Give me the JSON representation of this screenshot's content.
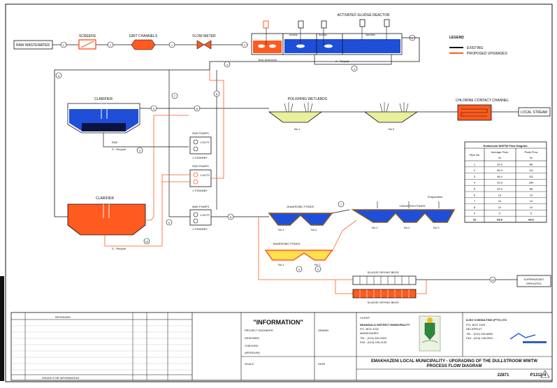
{
  "colors": {
    "existing": "#1a1a1a",
    "proposed": "#ff5a1f",
    "blue_tank": "#1f4fd8",
    "orange_tank": "#ff5a1f",
    "wetland_fill": "#e9ef9a",
    "border": "#111111"
  },
  "labels": {
    "raw_wastewater": "RAW WASTEWATER",
    "screens": "SCREENS",
    "grit_channels": "GRIT CHANNELS",
    "flow_meter": "FLOW METER",
    "new_anaerobic": "New Anaerobic",
    "anoxic": "Anoxic",
    "aerobic": "Aerobic",
    "activated_sludge_reactor": "ACTIVATED SLUDGE REACTOR",
    "a_recycle": "A - Recycle",
    "clarifier_top": "CLARIFIER",
    "clarifier_bottom": "CLARIFIER",
    "ras": "RAS",
    "s_recycle": "S - Recycle",
    "s_recycle_2": "S - Recycle",
    "polishing_wetlands": "POLISHING WETLANDS",
    "wetland_1": "No.1",
    "wetland_2": "No.2",
    "chlorine_contact_channel": "CHLORINE CONTACT CHANNEL",
    "local_stream": "LOCAL STREAM",
    "ras_pumps_1": "RAS PUMPS",
    "ras_pumps_2": "RAS PUMPS",
    "was_pumps": "WAS PUMPS",
    "duty": "1 DUTY",
    "standby": "1 STANDBY",
    "anaerobic_ponds_top": "ANAEROBIC PONDS",
    "anaerobic_ponds_bottom": "ANAEROBIC PONDS",
    "oxidation_ponds": "OXIDATION PONDS",
    "evaporation": "Evaporation",
    "pond_1": "No.1",
    "pond_2": "No.2",
    "pond_3": "No.3",
    "sludge_drying_beds_1": "SLUDGE DRYING BEDS",
    "sludge_drying_beds_2": "SLUDGE DRYING BEDS",
    "supernatant": "SUPERNATANT",
    "irrigated": "IRRIGATED"
  },
  "legend": {
    "title": "LEGEND",
    "existing": "EXISTING",
    "proposed": "PROPOSED UPGRADES"
  },
  "flow_table": {
    "title": "Dullstroom WWTW Flow Diagram",
    "col_pipe": "Pipe No",
    "col_avg": "Average Flow",
    "col_peak": "Peak Flow",
    "unit_avg": "l/s",
    "unit_peak": "l/s",
    "rows": [
      [
        "1",
        "33.3",
        "88"
      ],
      [
        "2",
        "46.4",
        "111"
      ],
      [
        "3",
        "46.4",
        "111"
      ],
      [
        "4",
        "33.3",
        "330"
      ],
      [
        "5",
        "33.3",
        "88"
      ],
      [
        "6",
        "10",
        "10"
      ],
      [
        "7",
        "10",
        "10"
      ],
      [
        "8",
        "10",
        "10"
      ],
      [
        "9",
        "5",
        "5"
      ],
      [
        "10",
        "69.6",
        "69.6"
      ]
    ]
  },
  "title_block": {
    "information": "\"INFORMATION\"",
    "project_engineer": "PROJECT ENGINEER",
    "client_label": "CLIENT",
    "client_name": "NKANGALA DISTRICT MUNICIPALITY",
    "client_po": "P.O. BOX 2022",
    "client_town": "MIDDELBURG",
    "client_tel": "TEL : (013) 249-2000",
    "client_fax": "FAX : (013) 249-2143",
    "consultant_name": "ILISO CONSULTING (PTY) LTD",
    "consultant_po": "P.O. BOX 1309",
    "consultant_town": "NELSPRUIT",
    "consultant_tel": "TEL : (013) 226-6556",
    "consultant_fax": "FAX : (013) 226-6512",
    "project_title": "EMAKHAZENI LOCAL MUNICIPALITY - UPGRADING OF THE DULLSTROOM WWTW",
    "drawing_title": "PROCESS FLOW DIAGRAM",
    "contract_no": "22871",
    "drawing_no": "P1312-4",
    "revisions": "REVISIONS",
    "scale": "SCALE",
    "date": "DATE",
    "checked": "CHECKED",
    "approved": "APPROVED",
    "designed": "DESIGNED",
    "drawn": "DRAWN",
    "issued_for_information": "ISSUED FOR INFORMATION"
  },
  "flow_numbers": [
    "1",
    "1",
    "1",
    "2",
    "3",
    "4",
    "5",
    "6",
    "7",
    "8",
    "9",
    "10"
  ]
}
